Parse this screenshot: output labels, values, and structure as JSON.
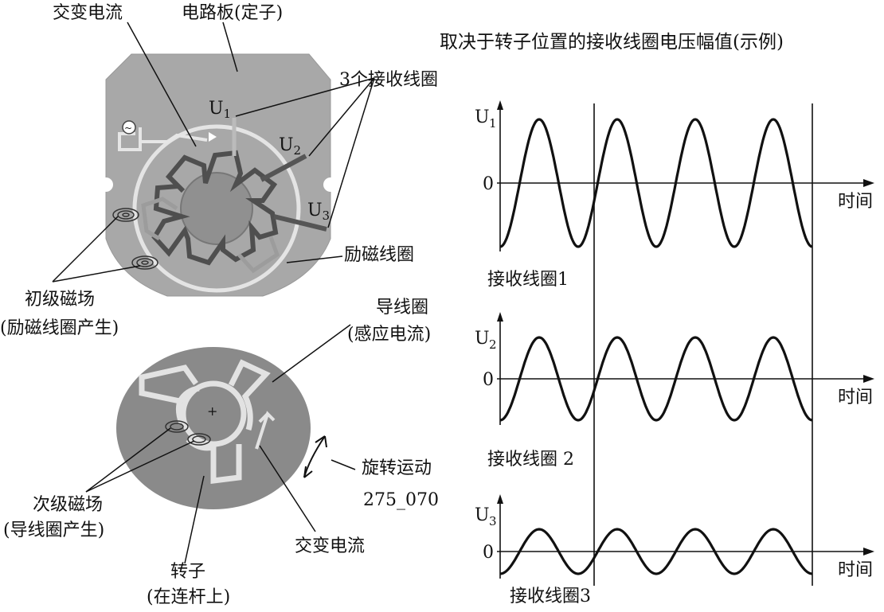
{
  "labels": {
    "ac_current_top": "交变电流",
    "circuit_board": "电路板(定子)",
    "three_coils": "3个接收线圈",
    "u1_letter": "U",
    "u1_sub": "1",
    "u2_letter": "U",
    "u2_sub": "2",
    "u3_letter": "U",
    "u3_sub": "3",
    "excitation_coil": "励磁线圈",
    "primary_field_1": "初级磁场",
    "primary_field_2": "(励磁线圈产生)",
    "wire_loop_1": "导线圈",
    "wire_loop_2": "(感应电流)",
    "rotary_motion": "旋转运动",
    "figure_code": "275_070",
    "secondary_field_1": "次级磁场",
    "secondary_field_2": "(导线圈产生)",
    "ac_current_bottom": "交变电流",
    "rotor_1": "转子",
    "rotor_2": "(在连杆上)"
  },
  "chart_title": "取决于转子位置的接收线圈电压幅值(示例)",
  "chart_data": [
    {
      "type": "line",
      "ylabel": "U",
      "ylabel_sub": "1",
      "zero_label": "0",
      "xlabel": "时间",
      "caption": "接收线圈1",
      "amplitude": 1.0,
      "cycles": 4,
      "phase_deg": 180,
      "series": [
        {
          "values": [
            -0.85,
            0,
            1,
            0,
            -1,
            0,
            1,
            0,
            -1,
            0,
            1,
            0,
            -1,
            0,
            1,
            0,
            -1,
            0
          ]
        }
      ]
    },
    {
      "type": "line",
      "ylabel": "U",
      "ylabel_sub": "2",
      "zero_label": "0",
      "xlabel": "时间",
      "caption": "接收线圈 2",
      "amplitude": 0.6,
      "cycles": 4,
      "phase_deg": 180,
      "series": [
        {
          "values": [
            -0.5,
            0,
            0.6,
            0,
            -0.6,
            0,
            0.6,
            0,
            -0.6,
            0,
            0.6,
            0,
            -0.6,
            0,
            0.6,
            0,
            -0.6,
            0
          ]
        }
      ]
    },
    {
      "type": "line",
      "ylabel": "U",
      "ylabel_sub": "3",
      "zero_label": "0",
      "xlabel": "时间",
      "caption": "接收线圈3",
      "amplitude": 0.35,
      "cycles": 4,
      "phase_deg": 180,
      "series": [
        {
          "values": [
            -0.3,
            0,
            0.35,
            0,
            -0.35,
            0,
            0.35,
            0,
            -0.35,
            0,
            0.35,
            0,
            -0.35,
            0,
            0.35,
            0,
            -0.35,
            0
          ]
        }
      ]
    }
  ],
  "colors": {
    "board": "#a8a8a8",
    "board_dark": "#8e8e8e",
    "track": "#5a5a5a",
    "track_light": "#e8e8e8",
    "rotor": "#8a8a8a",
    "ink": "#111111"
  }
}
